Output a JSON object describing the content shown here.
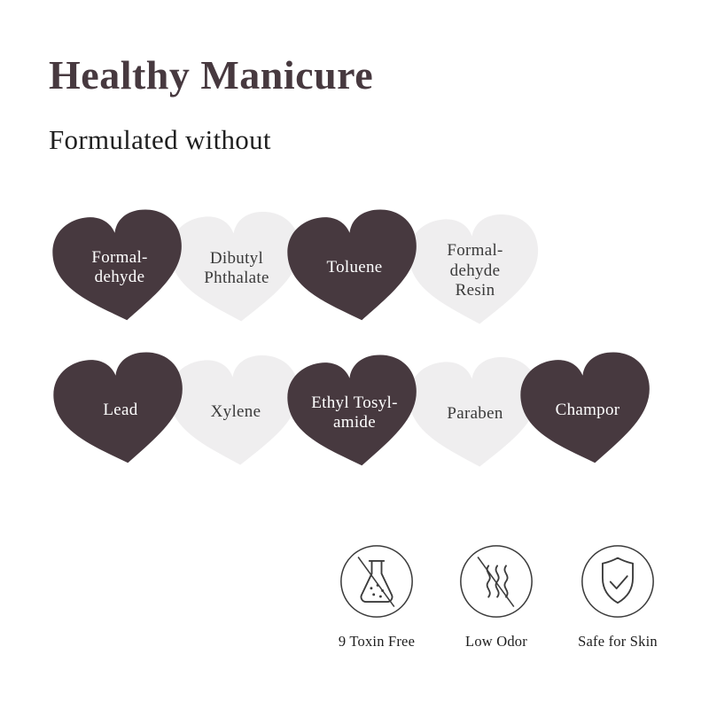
{
  "page": {
    "title": "Healthy Manicure",
    "subtitle": "Formulated without"
  },
  "colors": {
    "dark_heart": "#47393f",
    "light_heart": "#efeeef",
    "title_text": "#47393f",
    "icon_stroke": "#3c3c3c"
  },
  "hearts": [
    {
      "label": "Formal-\ndehyde",
      "variant": "dark"
    },
    {
      "label": "Dibutyl\nPhthalate",
      "variant": "light"
    },
    {
      "label": "Toluene",
      "variant": "dark"
    },
    {
      "label": "Formal-\ndehyde\nResin",
      "variant": "light"
    },
    {
      "label": "Lead",
      "variant": "dark"
    },
    {
      "label": "Xylene",
      "variant": "light"
    },
    {
      "label": "Ethyl Tosyl-\namide",
      "variant": "dark"
    },
    {
      "label": "Paraben",
      "variant": "light"
    },
    {
      "label": "Champor",
      "variant": "dark"
    }
  ],
  "badges": [
    {
      "label": "9 Toxin Free",
      "icon": "flask-slash-icon"
    },
    {
      "label": "Low Odor",
      "icon": "odor-waves-slash-icon"
    },
    {
      "label": "Safe for Skin",
      "icon": "shield-check-icon"
    }
  ]
}
